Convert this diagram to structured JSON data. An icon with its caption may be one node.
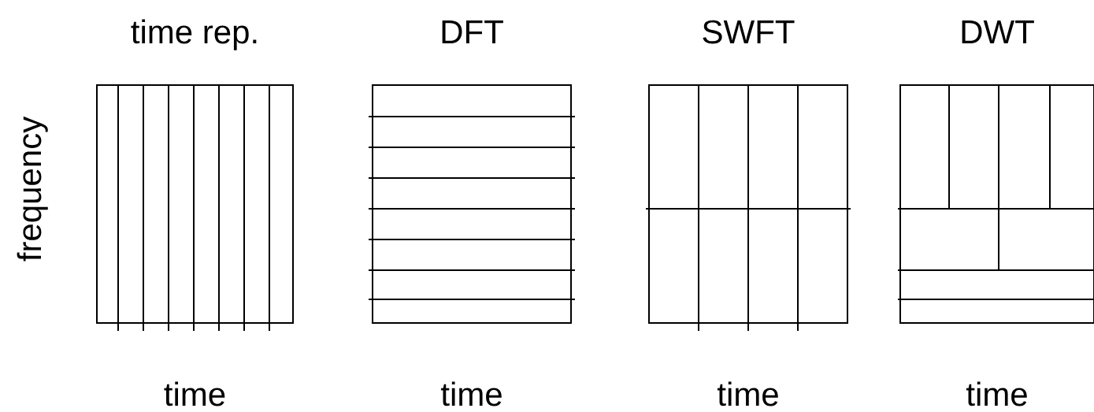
{
  "diagram": {
    "nodes": [
      {
        "text": [
          "time rep."
        ],
        "beside": [
          "time"
        ]
      },
      {
        "text": [
          "DFT"
        ],
        "beside": [
          "time"
        ]
      },
      {
        "text": [
          "SWFT"
        ],
        "beside": [
          "time"
        ]
      },
      {
        "text": [
          "DWT"
        ],
        "beside": [
          "time"
        ]
      }
    ],
    "labels": [
      "frequency"
    ]
  }
}
